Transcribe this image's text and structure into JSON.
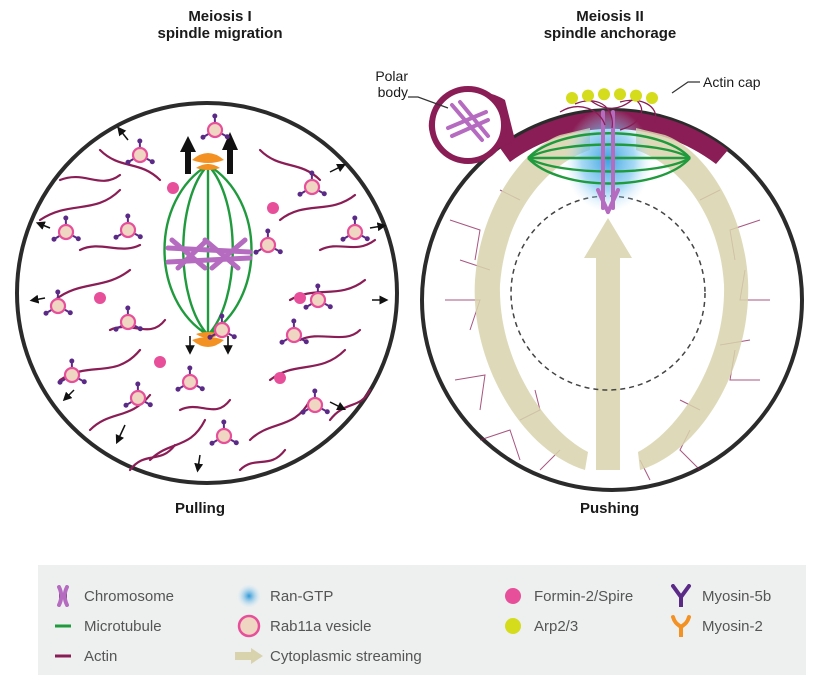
{
  "panel_left": {
    "title_line1": "Meiosis I",
    "title_line2": "spindle migration",
    "caption": "Pulling"
  },
  "panel_right": {
    "title_line1": "Meiosis II",
    "title_line2": "spindle anchorage",
    "caption": "Pushing",
    "polar_body_label_line1": "Polar",
    "polar_body_label_line2": "body",
    "actin_cap_label": "Actin cap"
  },
  "legend": {
    "items": [
      {
        "key": "chromosome",
        "label": "Chromosome"
      },
      {
        "key": "microtubule",
        "label": "Microtubule"
      },
      {
        "key": "actin",
        "label": "Actin"
      },
      {
        "key": "ran_gtp",
        "label": "Ran-GTP"
      },
      {
        "key": "rab11a",
        "label": "Rab11a vesicle"
      },
      {
        "key": "streaming",
        "label": "Cytoplasmic streaming"
      },
      {
        "key": "formin",
        "label": "Formin-2/Spire"
      },
      {
        "key": "arp23",
        "label": "Arp2/3"
      },
      {
        "key": "myosin5b",
        "label": "Myosin-5b"
      },
      {
        "key": "myosin2",
        "label": "Myosin-2"
      }
    ]
  },
  "colors": {
    "actin": "#8a1d55",
    "microtubule": "#1f9a3c",
    "chromosome": "#b56bbf",
    "formin": "#e84f9a",
    "arp23": "#d4dc1c",
    "myosin5b": "#5b2a86",
    "myosin2": "#f39222",
    "ran_gtp": "#3fa4e0",
    "streaming": "#d8d3ad",
    "legend_bg": "#eef0f0"
  }
}
